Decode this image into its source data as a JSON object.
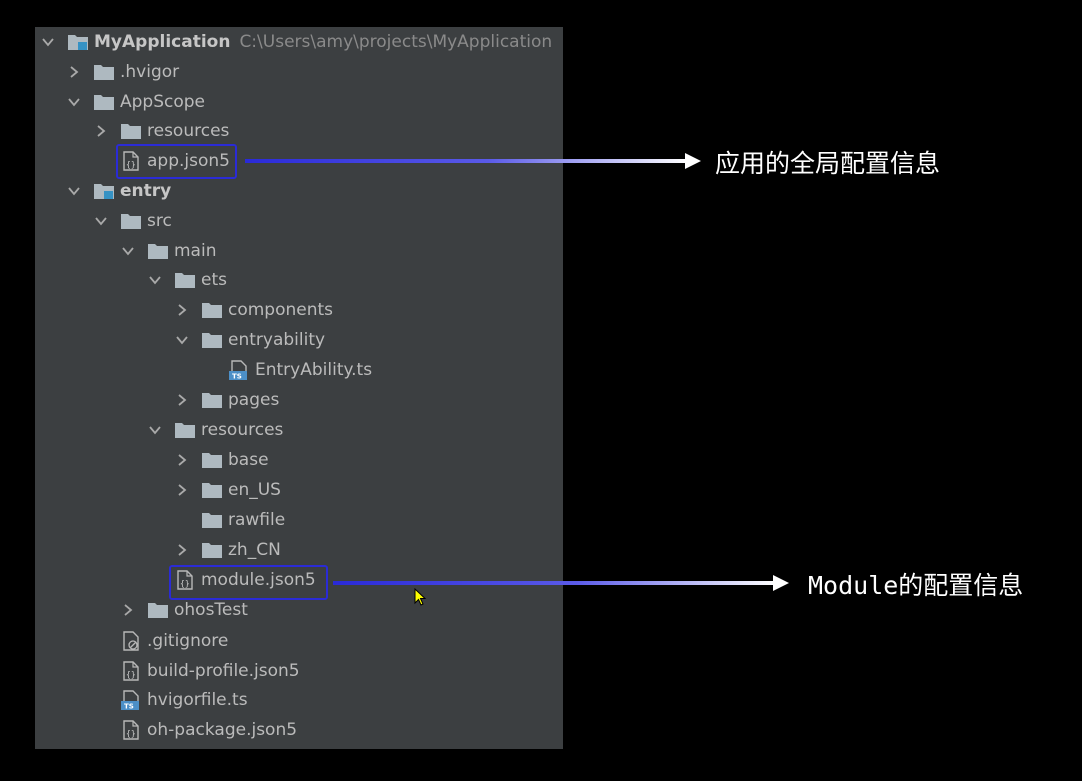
{
  "colors": {
    "panel_bg": "#3c3f41",
    "text": "#bbbbbb",
    "path_text": "#8a8a8a",
    "folder": "#aeb9c0",
    "module_square": "#3592c4",
    "ts_badge": "#4c8fc7",
    "highlight": "#2b2bd6",
    "arrow_start": "#2a2ad8",
    "arrow_end": "#ffffff"
  },
  "tree": {
    "root": {
      "label": "MyApplication",
      "path": "C:\\Users\\amy\\projects\\MyApplication"
    },
    "items": [
      {
        "label": ".hvigor"
      },
      {
        "label": "AppScope"
      },
      {
        "label": "resources"
      },
      {
        "label": "app.json5"
      },
      {
        "label": "entry"
      },
      {
        "label": "src"
      },
      {
        "label": "main"
      },
      {
        "label": "ets"
      },
      {
        "label": "components"
      },
      {
        "label": "entryability"
      },
      {
        "label": "EntryAbility.ts"
      },
      {
        "label": "pages"
      },
      {
        "label": "resources"
      },
      {
        "label": "base"
      },
      {
        "label": "en_US"
      },
      {
        "label": "rawfile"
      },
      {
        "label": "zh_CN"
      },
      {
        "label": "module.json5"
      },
      {
        "label": "ohosTest"
      },
      {
        "label": ".gitignore"
      },
      {
        "label": "build-profile.json5"
      },
      {
        "label": "hvigorfile.ts"
      },
      {
        "label": "oh-package.json5"
      }
    ]
  },
  "annotations": {
    "app_json": {
      "text": "应用的全局配置信息"
    },
    "module_json": {
      "text": "Module的配置信息"
    }
  }
}
